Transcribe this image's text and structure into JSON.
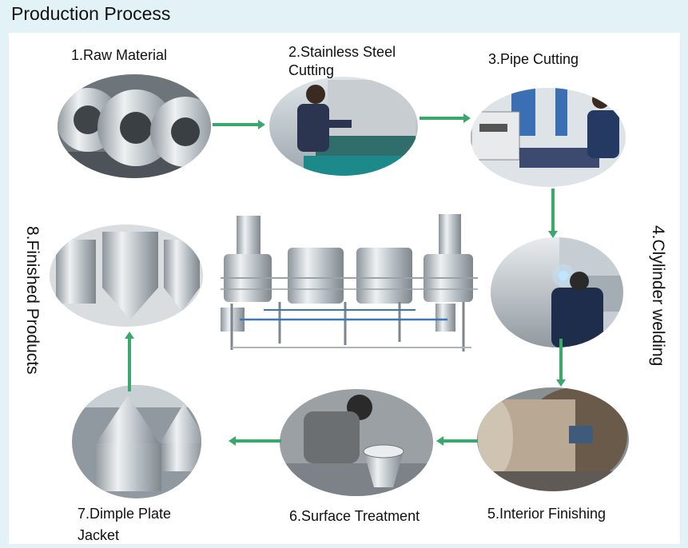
{
  "title": "Production Process",
  "steps": [
    {
      "label": "1.Raw Material",
      "icon": "steel-coils-photo"
    },
    {
      "label_line1": "2.Stainless Steel",
      "label_line2": "Cutting",
      "icon": "plate-cutting-photo"
    },
    {
      "label": "3.Pipe Cutting",
      "icon": "pipe-cutting-machine-photo"
    },
    {
      "label": "4.Clylinder welding",
      "icon": "welding-photo"
    },
    {
      "label": "5.Interior Finishing",
      "icon": "cylinder-polishing-photo"
    },
    {
      "label": "6.Surface Treatment",
      "icon": "surface-grinding-photo"
    },
    {
      "label_line1": "7.Dimple Plate",
      "label_line2": "Jacket",
      "icon": "dimple-jacket-cones-photo"
    },
    {
      "label": "8.Finished Products",
      "icon": "finished-tanks-photo"
    }
  ],
  "center_icon": "brewhouse-system-photo",
  "colors": {
    "arrow": "#3aa86a",
    "background": "#e3f2f7",
    "steel": "#c9ced2"
  }
}
